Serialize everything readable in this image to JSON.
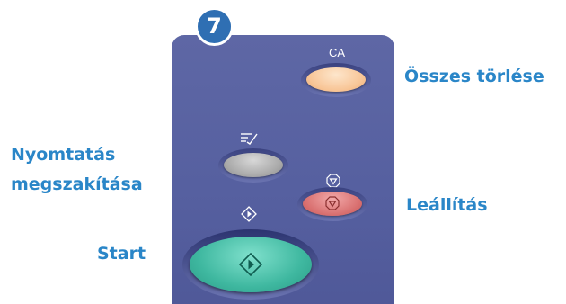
{
  "step": {
    "number": "7"
  },
  "buttons": {
    "clear_all": {
      "key_text": "CA",
      "label": "Összes törlése",
      "color": "#f8c596"
    },
    "interrupt": {
      "label_line1": "Nyomtatás",
      "label_line2": "megszakítása",
      "icon": "interrupt-icon",
      "color": "#a9a9a9"
    },
    "stop": {
      "label": "Leállítás",
      "icon": "stop-icon",
      "color": "#d97070"
    },
    "start": {
      "label": "Start",
      "icon": "start-icon",
      "color": "#3fb8a0"
    }
  },
  "colors": {
    "panel": "#5a63a2",
    "label_text": "#2a86c8",
    "badge": "#2f6fb3"
  }
}
